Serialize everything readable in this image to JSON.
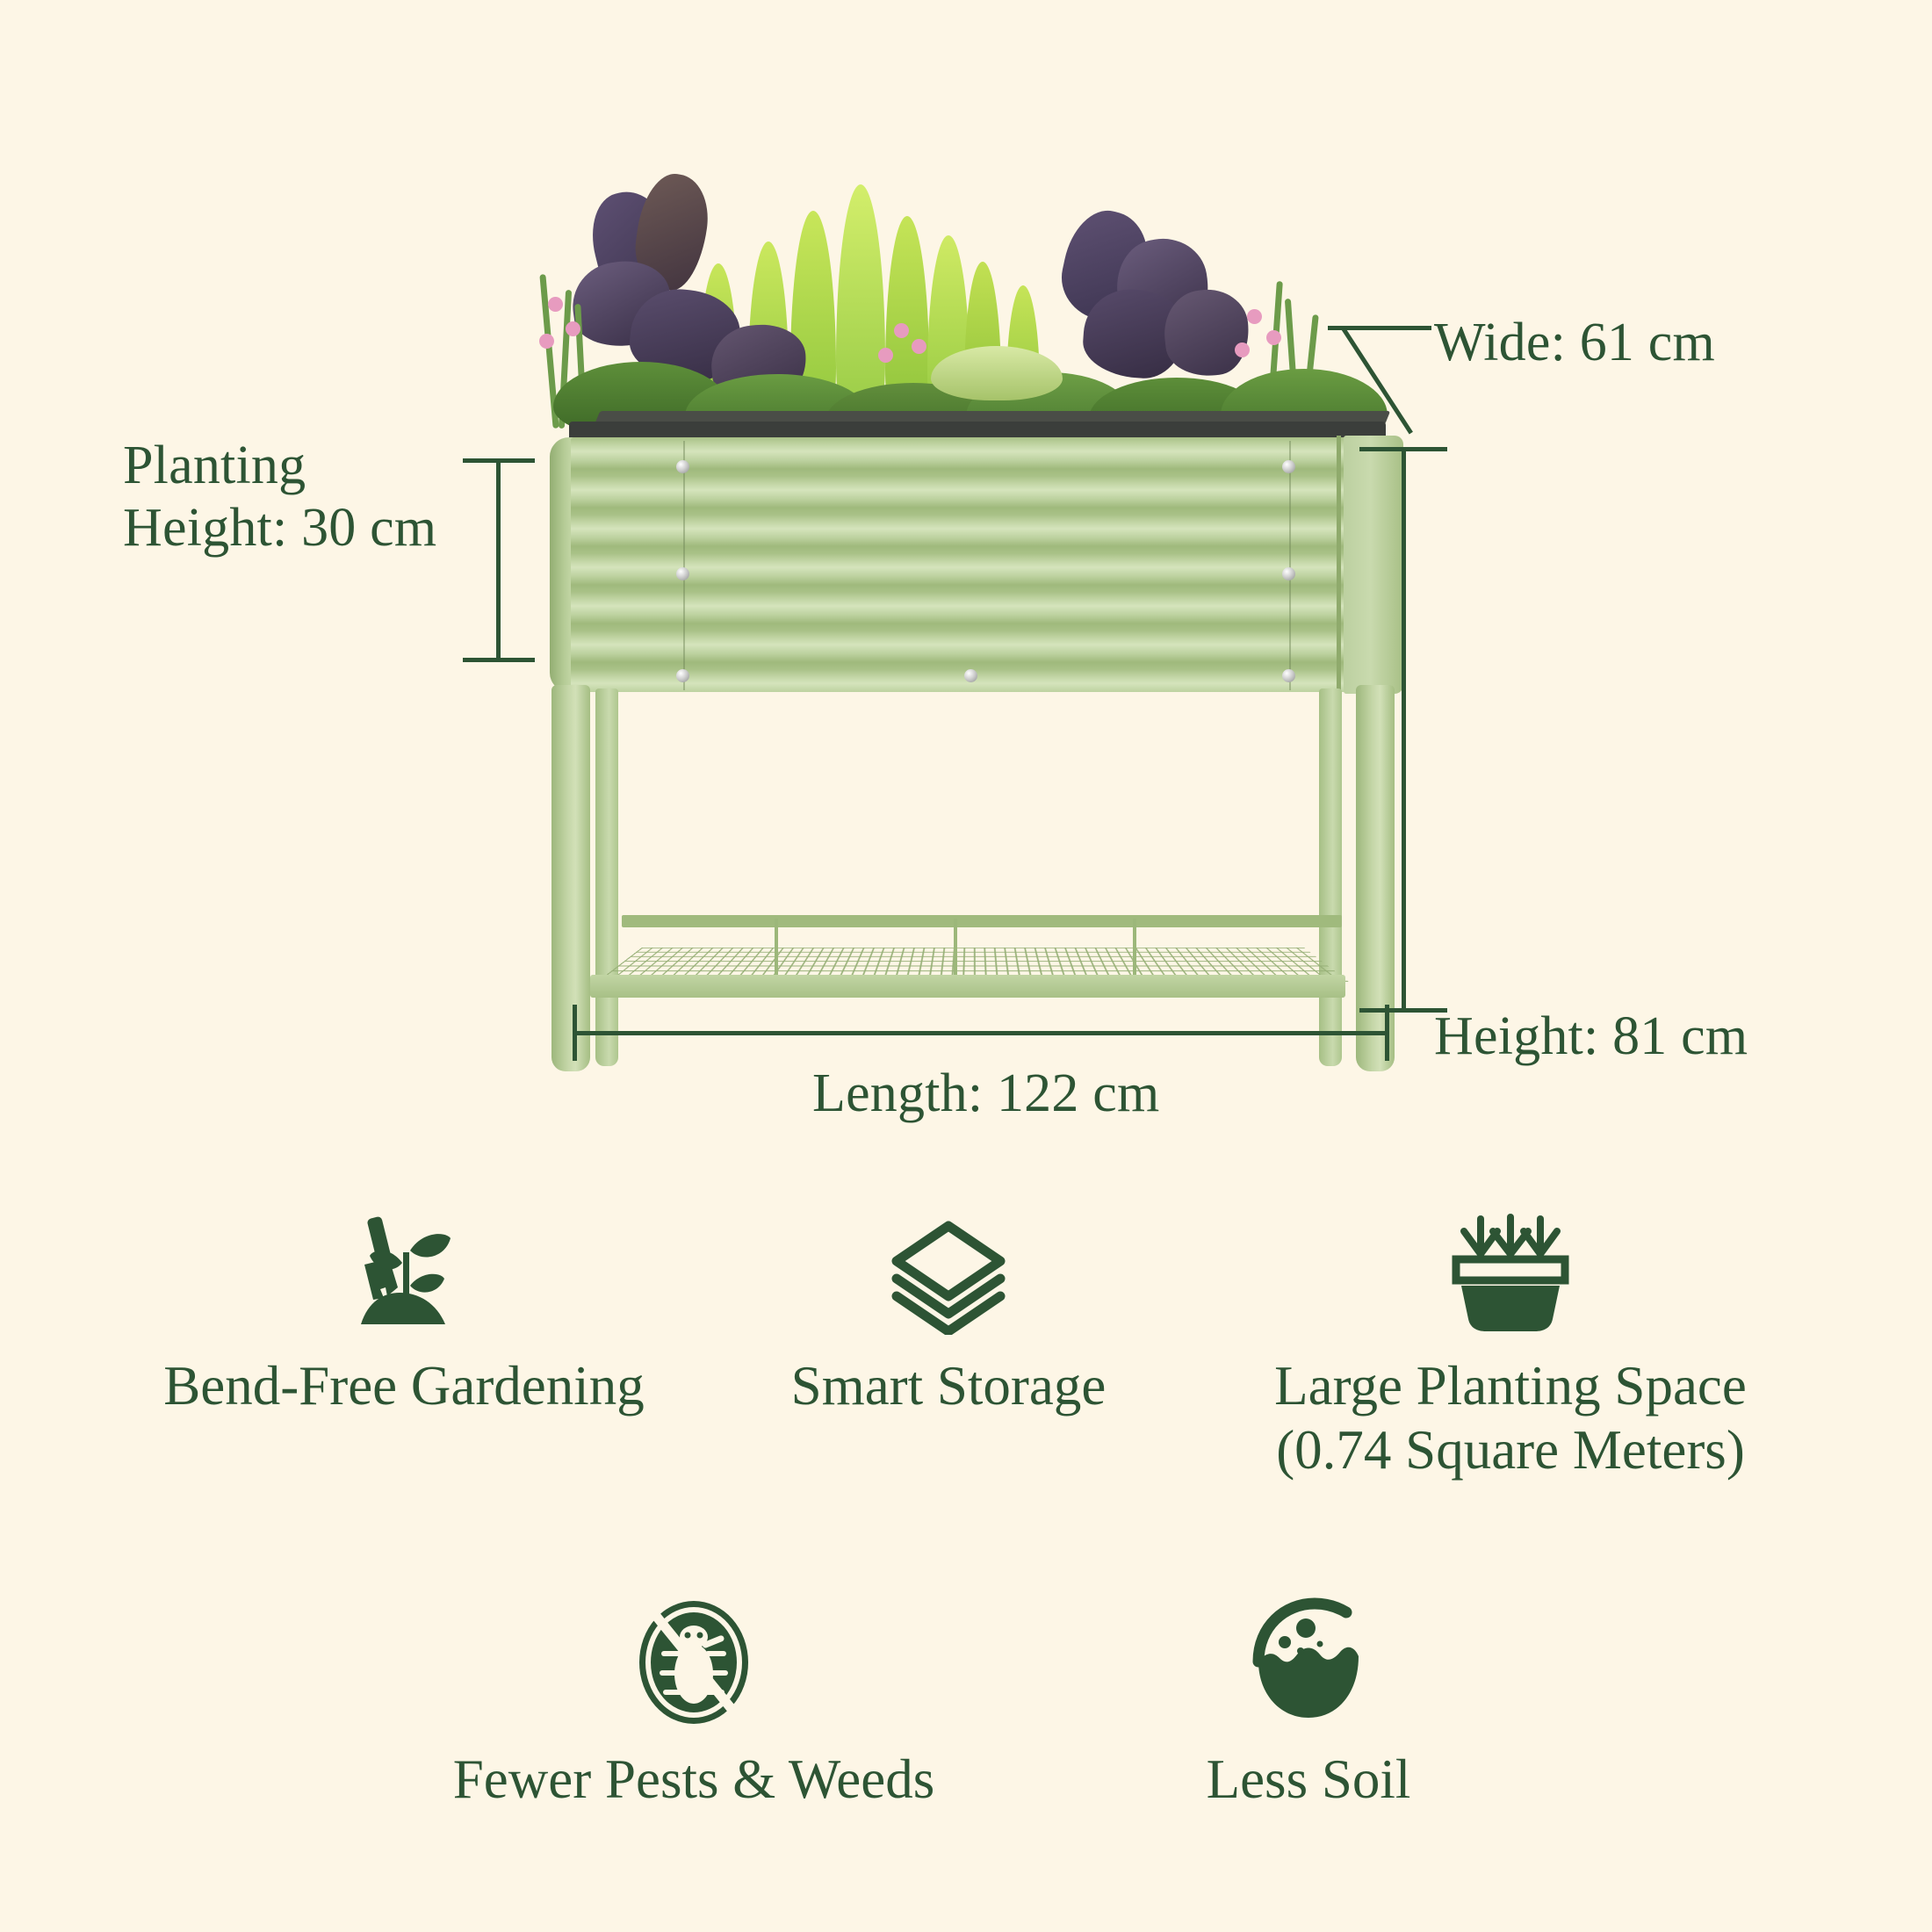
{
  "theme": {
    "background": "#FDF6E6",
    "text_green": "#2D5434",
    "planter_green": "#A8C086",
    "rim_dark": "#3B3E3B"
  },
  "dimensions": {
    "planting_height": "Planting\nHeight: 30 cm",
    "wide": "Wide: 61 cm",
    "height": "Height: 81 cm",
    "length": "Length: 122 cm"
  },
  "features_top": [
    {
      "icon": "shovel-plant-soil-icon",
      "label": "Bend-Free Gardening"
    },
    {
      "icon": "stacked-layers-icon",
      "label": "Smart Storage"
    },
    {
      "icon": "planter-with-sprouts-icon",
      "label": "Large Planting Space\n(0.74 Square Meters)"
    }
  ],
  "features_bottom": [
    {
      "icon": "no-bug-icon",
      "label": "Fewer Pests & Weeds"
    },
    {
      "icon": "soil-mound-icon",
      "label": "Less Soil"
    }
  ],
  "product": {
    "name": "raised-garden-bed-planter"
  }
}
